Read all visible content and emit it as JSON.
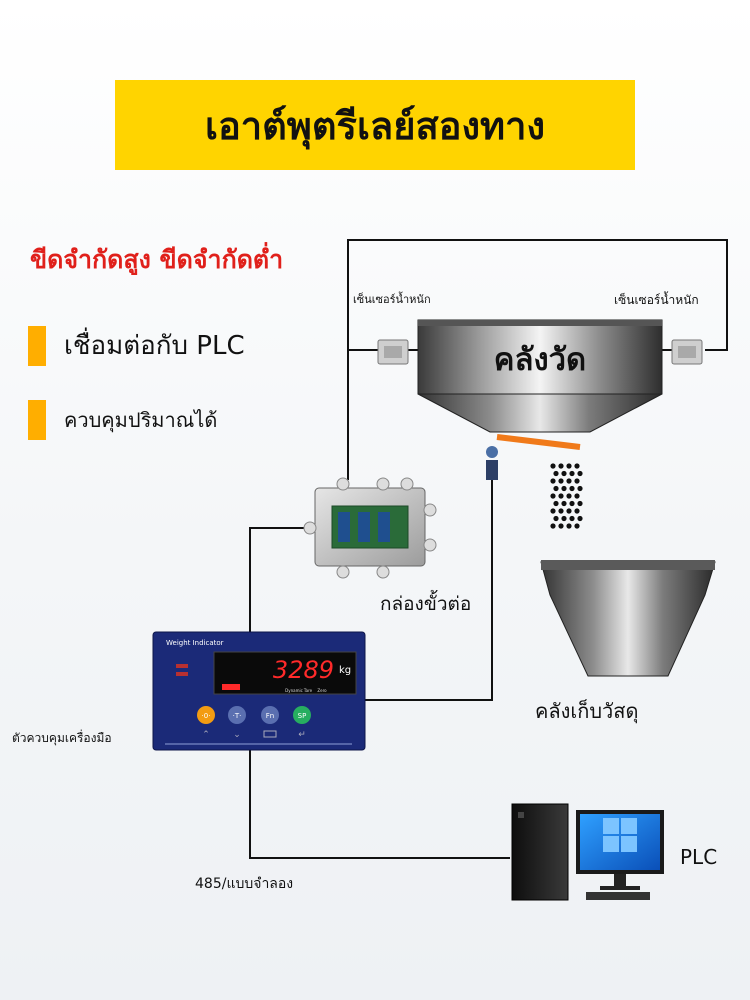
{
  "title": "เอาต์พุตรีเลย์สองทาง",
  "limits_text": "ขีดจำกัดสูง ขีดจำกัดต่ำ",
  "features": [
    "เชื่อมต่อกับ PLC",
    "ควบคุมปริมาณได้"
  ],
  "labels": {
    "sensor_left": "เซ็นเซอร์น้ำหนัก",
    "sensor_right": "เซ็นเซอร์น้ำหนัก",
    "weigh_hopper": "คลังวัด",
    "junction_box": "กล่องขั้วต่อ",
    "storage_hopper": "คลังเก็บวัสดุ",
    "instrument": "ตัวควบคุมเครื่องมือ",
    "comm": "485/แบบจำลอง",
    "plc": "PLC"
  },
  "indicator": {
    "brand": "Weight Indicator",
    "reading": "3289",
    "unit": "kg",
    "status": [
      "Dynamic",
      "Tare",
      "Zero"
    ],
    "buttons": [
      "·0·",
      "·T·",
      "Fn",
      "SP"
    ]
  },
  "colors": {
    "banner": "#ffd400",
    "accent_bar": "#ffae00",
    "limits_text": "#e0201b",
    "indicator_panel": "#1b2a78",
    "led_red": "#ff2a2a"
  }
}
